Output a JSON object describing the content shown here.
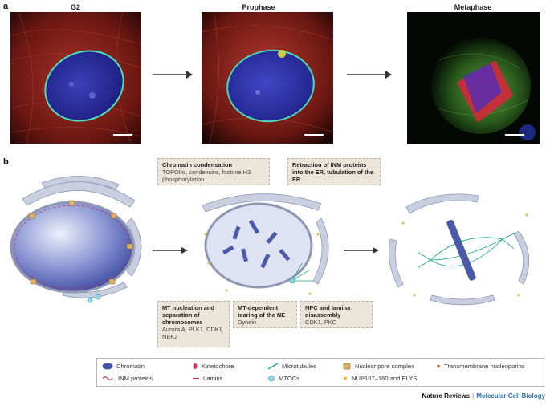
{
  "panels": {
    "a": "a",
    "b": "b"
  },
  "stages": [
    "G2",
    "Prophase",
    "Metaphase"
  ],
  "notes": {
    "chromatin": {
      "title": "Chromatin condensation",
      "body": "TOPOIIα, condensins, histone H3 phosphorylation"
    },
    "inm": {
      "title": "Retraction of INM proteins into the ER, tubulation of the ER",
      "body": ""
    },
    "mt_nucleation": {
      "title": "MT nucleation and separation of chromosomes",
      "body": "Aurora A, PLK1, CDK1, NEK2"
    },
    "mt_tearing": {
      "title": "MT-dependent tearing of the NE",
      "body": "Dynein"
    },
    "npc": {
      "title": "NPC and lamina disassembly",
      "body": "CDK1, PKC"
    }
  },
  "legend": [
    {
      "label": "Chromatin",
      "icon": "chromatin-icon"
    },
    {
      "label": "Kinetochore",
      "icon": "kinetochore-icon"
    },
    {
      "label": "Microtubules",
      "icon": "microtubule-icon"
    },
    {
      "label": "Nuclear pore complex",
      "icon": "nuclear-pore-icon"
    },
    {
      "label": "Transmembrane nucleoporins",
      "icon": "transmembrane-nucleoporin-icon"
    },
    {
      "label": "INM proteins",
      "icon": "inm-protein-icon"
    },
    {
      "label": "Lamins",
      "icon": "lamin-icon"
    },
    {
      "label": "MTOCs",
      "icon": "mtoc-icon"
    },
    {
      "label": "NUP107–160 and ELYS",
      "icon": "nup107-icon"
    }
  ],
  "credit": {
    "brand": "Nature Reviews",
    "separator": "|",
    "journal": "Molecular Cell Biology"
  },
  "colors": {
    "er": "#c9cfe0",
    "er_stroke": "#8d96b3",
    "nucleus_light": "#eef0fb",
    "nucleus_dark": "#4656a8",
    "lamin": "#d0344a",
    "microtubule": "#1aa58c",
    "pore": "#d9b36a",
    "note_bg": "#ece6da"
  }
}
